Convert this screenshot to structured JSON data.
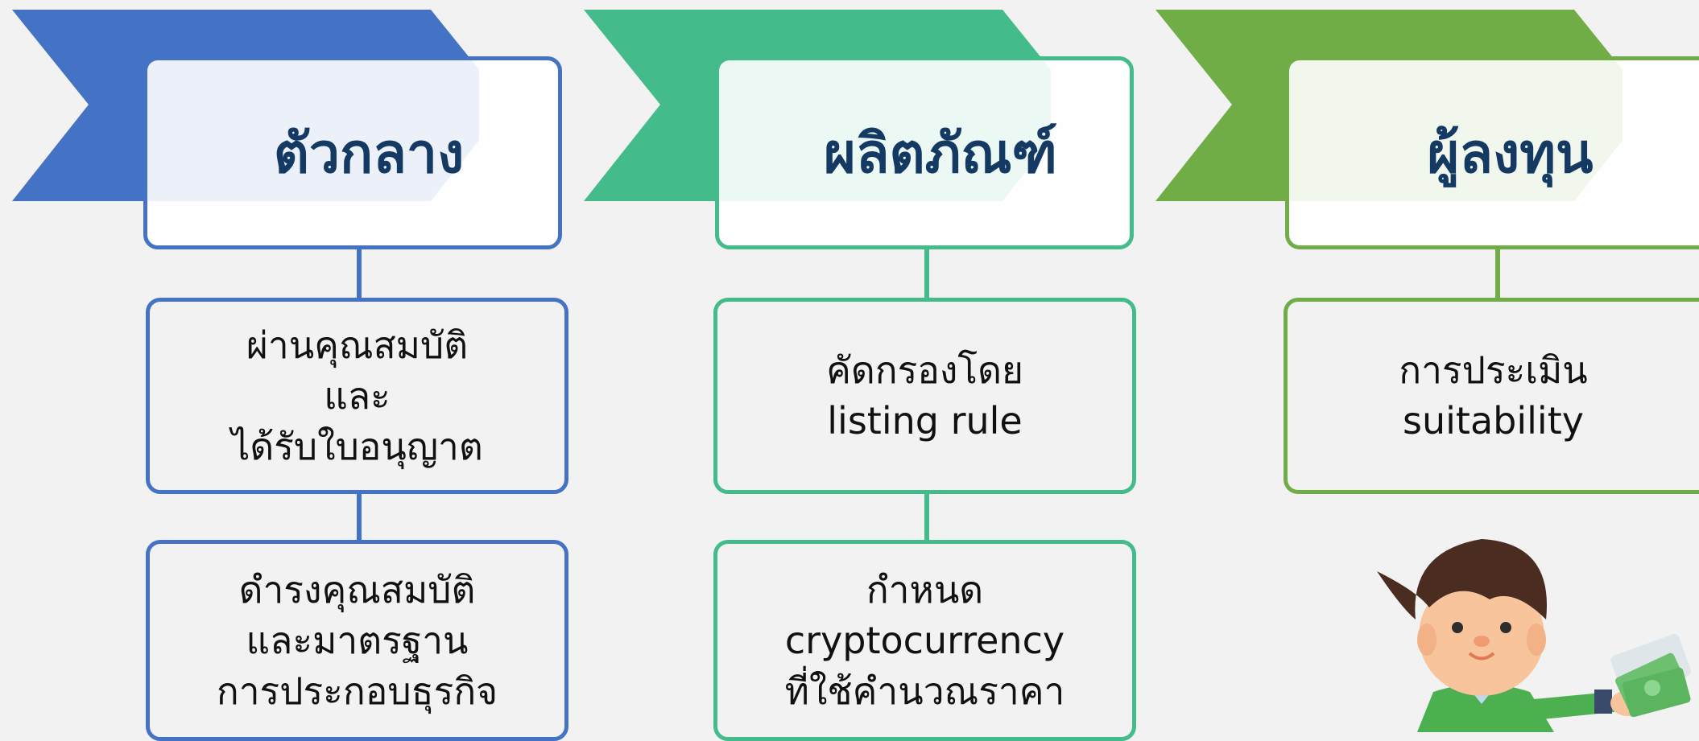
{
  "columns": [
    {
      "title": "ตัวกลาง",
      "color": "#4472c4",
      "boxes": [
        {
          "lines": [
            "ผ่านคุณสมบัติ",
            "และ",
            "ได้รับใบอนุญาต"
          ]
        },
        {
          "lines": [
            "ดำรงคุณสมบัติ",
            "และมาตรฐาน",
            "การประกอบธุรกิจ"
          ]
        }
      ]
    },
    {
      "title": "ผลิตภัณฑ์",
      "color": "#43bb8b",
      "boxes": [
        {
          "lines": [
            "คัดกรองโดย",
            "listing rule"
          ]
        },
        {
          "lines": [
            "กำหนด",
            "cryptocurrency",
            "ที่ใช้คำนวณราคา"
          ]
        }
      ]
    },
    {
      "title": "ผู้ลงทุน",
      "color": "#70ad47",
      "boxes": [
        {
          "lines": [
            "การประเมิน",
            "suitability"
          ]
        }
      ]
    }
  ],
  "illustration": {
    "icon": "investor-holding-money-icon"
  }
}
